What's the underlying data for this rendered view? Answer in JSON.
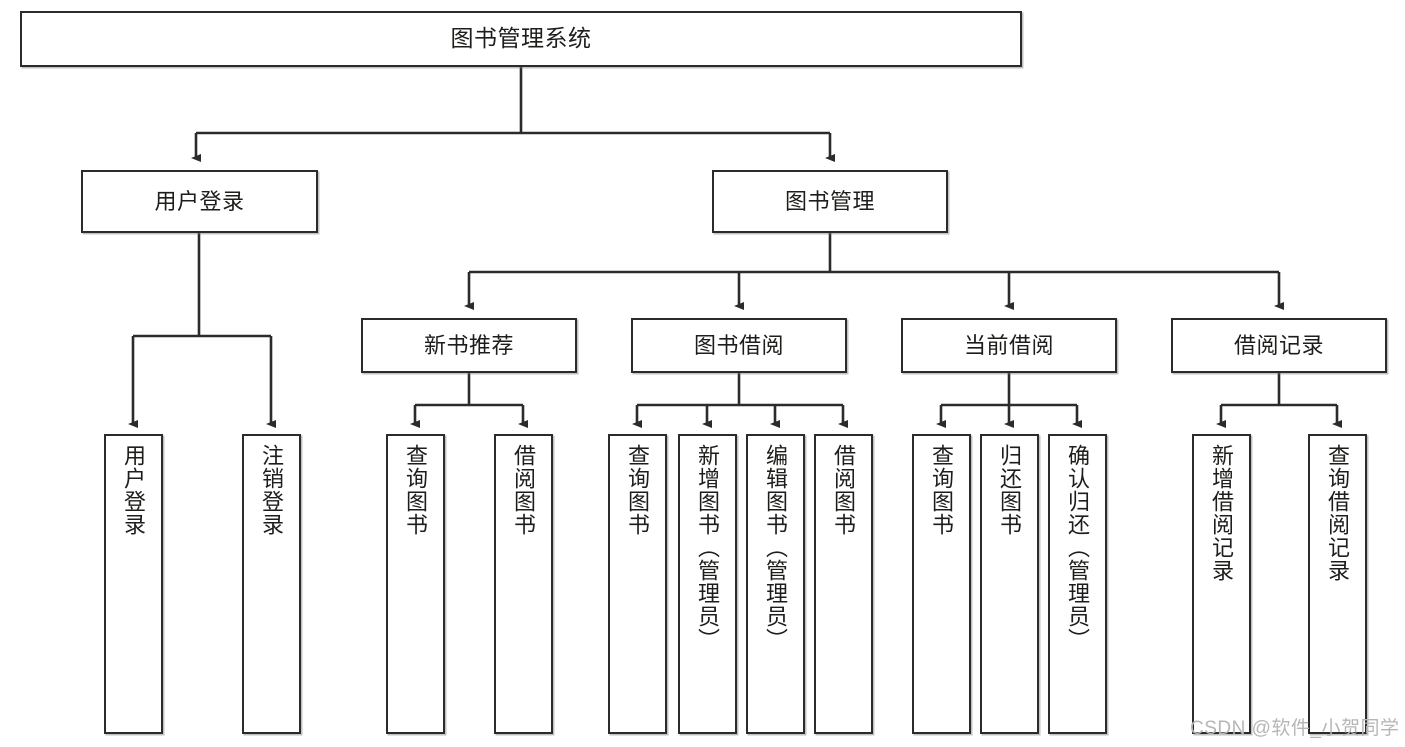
{
  "diagram": {
    "type": "hierarchy-tree",
    "title": "图书管理系统",
    "orientation": "top-down",
    "colors": {
      "box_border": "#2b2b2b",
      "box_fill": "#ffffff",
      "edge": "#2b2b2b",
      "text": "#1d1d1b",
      "watermark": "#b6b6b6"
    },
    "nodes": {
      "root": {
        "label": "图书管理系统"
      },
      "level2": [
        {
          "id": "user-login",
          "label": "用户登录"
        },
        {
          "id": "book-management",
          "label": "图书管理"
        }
      ],
      "level3": [
        {
          "id": "new-book-recommend",
          "label": "新书推荐"
        },
        {
          "id": "book-borrow",
          "label": "图书借阅"
        },
        {
          "id": "current-borrow",
          "label": "当前借阅"
        },
        {
          "id": "borrow-record",
          "label": "借阅记录"
        }
      ],
      "leaves": {
        "user-login": [
          {
            "id": "leaf-user-login",
            "label": "用户登录"
          },
          {
            "id": "leaf-logout-login",
            "label": "注销登录"
          }
        ],
        "new-book-recommend": [
          {
            "id": "leaf-query-book-1",
            "label": "查询图书"
          },
          {
            "id": "leaf-borrow-book-1",
            "label": "借阅图书"
          }
        ],
        "book-borrow": [
          {
            "id": "leaf-query-book-2",
            "label": "查询图书"
          },
          {
            "id": "leaf-add-book",
            "label": "新增图书（管理员）"
          },
          {
            "id": "leaf-edit-book",
            "label": "编辑图书（管理员）"
          },
          {
            "id": "leaf-borrow-book-2",
            "label": "借阅图书"
          }
        ],
        "current-borrow": [
          {
            "id": "leaf-query-book-3",
            "label": "查询图书"
          },
          {
            "id": "leaf-return-book",
            "label": "归还图书"
          },
          {
            "id": "leaf-confirm-return",
            "label": "确认归还（管理员）"
          }
        ],
        "borrow-record": [
          {
            "id": "leaf-add-record",
            "label": "新增借阅记录"
          },
          {
            "id": "leaf-query-record",
            "label": "查询借阅记录"
          }
        ]
      }
    },
    "watermark": "CSDN @软件_小贺同学"
  }
}
